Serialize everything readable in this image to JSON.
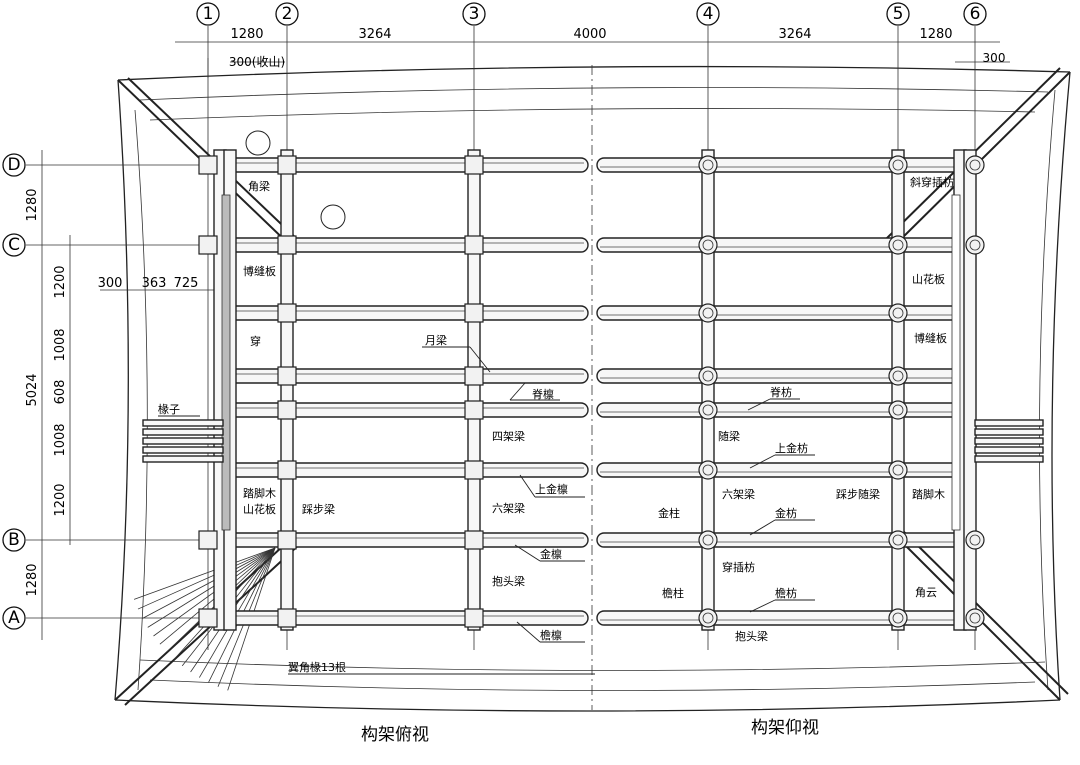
{
  "axes_horizontal": [
    "1",
    "2",
    "3",
    "4",
    "5",
    "6"
  ],
  "axes_vertical": [
    "D",
    "C",
    "B",
    "A"
  ],
  "dims_top": [
    "1280",
    "3264",
    "4000",
    "3264",
    "1280"
  ],
  "dim_top_left_small": "300(收山)",
  "dim_top_right_small": "300",
  "dims_left_outer": [
    "1280",
    "5024",
    "1280"
  ],
  "dims_left_inner": [
    "1200",
    "1008",
    "608",
    "1008",
    "1200"
  ],
  "dims_left_row": [
    "300",
    "363",
    "725"
  ],
  "labels_left": {
    "jiaoliang": "角梁",
    "bofengban": "博缝板",
    "chuan": "穿",
    "chuanzi": "椽子",
    "tajiaomu": "踏脚木",
    "shanhuaban": "山花板",
    "yuebuliang": "踩步梁",
    "yiaochuan": "翼角椽13根"
  },
  "labels_center_left": {
    "yueliang": "月梁",
    "jilin": "脊檩",
    "sijialiang": "四架梁",
    "shangjinlin": "上金檩",
    "liujialiang": "六架梁",
    "jinlin": "金檩",
    "baotouliang": "抱头梁",
    "yanlin": "檐檩"
  },
  "labels_center_right": {
    "jifang": "脊枋",
    "suiliang": "随梁",
    "shangjinfang": "上金枋",
    "liujialiang": "六架梁",
    "jinzhu": "金柱",
    "jinfang": "金枋",
    "chuanchafang": "穿插枋",
    "yanzhu": "檐柱",
    "yanfang": "檐枋",
    "baotouliang": "抱头梁"
  },
  "labels_right": {
    "xiechuanchafang": "斜穿插枋",
    "shanhuaban": "山花板",
    "bofengban": "博缝板",
    "yuebusuiliang": "踩步随梁",
    "tajiaomu": "踏脚木",
    "jiaoyun": "角云"
  },
  "titles": {
    "left": "构架俯视",
    "right": "构架仰视"
  },
  "chart_data": {
    "type": "table",
    "bay_widths_mm": [
      1280,
      3264,
      4000,
      3264,
      1280
    ],
    "depth_widths_mm": [
      1280,
      5024,
      1280
    ],
    "inner_depth_widths_mm": [
      1200,
      1008,
      608,
      1008,
      1200
    ]
  }
}
